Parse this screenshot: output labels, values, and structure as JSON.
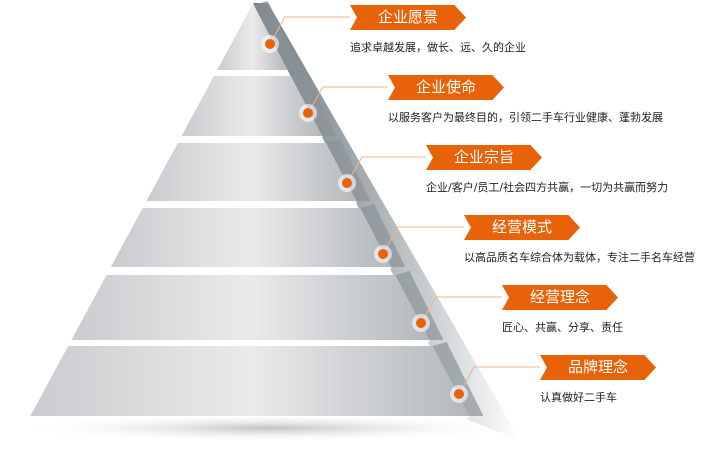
{
  "colors": {
    "accent": "#e8620a",
    "leader": "#f0b48a",
    "text": "#222222"
  },
  "tiers": [
    {
      "title": "企业愿景",
      "description": "追求卓越发展，做长、远、久的企业"
    },
    {
      "title": "企业使命",
      "description": "以服务客户为最终目的，引领二手车行业健康、蓬勃发展"
    },
    {
      "title": "企业宗旨",
      "description": "企业/客户/员工/社会四方共赢，一切为共赢而努力"
    },
    {
      "title": "经营模式",
      "description": "以高品质名车综合体为载体，专注二手名车经营"
    },
    {
      "title": "经营理念",
      "description": "匠心、共赢、分享、责任"
    },
    {
      "title": "品牌理念",
      "description": "认真做好二手车"
    }
  ]
}
